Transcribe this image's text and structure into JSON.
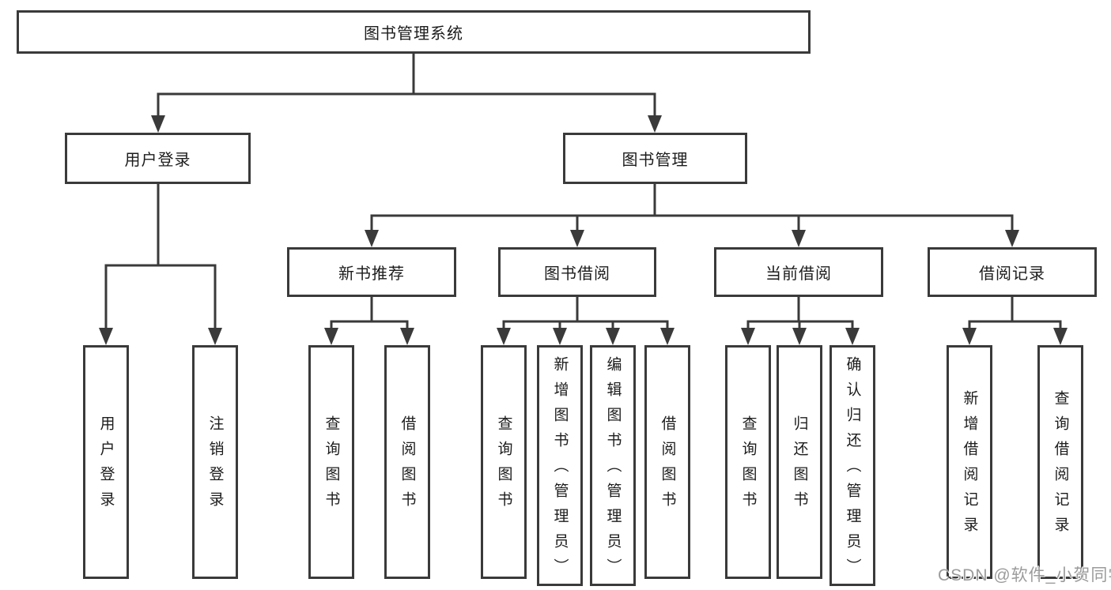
{
  "diagram": {
    "title": "图书管理系统",
    "watermark": "CSDN @软件_小贺同学",
    "colors": {
      "line": "#3a3a3a",
      "text": "#1c1c1c",
      "background": "#ffffff",
      "watermark": "#9b9b9b"
    },
    "tree": {
      "root": {
        "label": "图书管理系统"
      },
      "branches": [
        {
          "label": "用户登录",
          "children": [
            {
              "label": "用户登录"
            },
            {
              "label": "注销登录"
            }
          ]
        },
        {
          "label": "图书管理",
          "groups": [
            {
              "label": "新书推荐",
              "children": [
                {
                  "label": "查询图书"
                },
                {
                  "label": "借阅图书"
                }
              ]
            },
            {
              "label": "图书借阅",
              "children": [
                {
                  "label": "查询图书"
                },
                {
                  "label": "新增图书（管理员）"
                },
                {
                  "label": "编辑图书（管理员）"
                },
                {
                  "label": "借阅图书"
                }
              ]
            },
            {
              "label": "当前借阅",
              "children": [
                {
                  "label": "查询图书"
                },
                {
                  "label": "归还图书"
                },
                {
                  "label": "确认归还（管理员）"
                }
              ]
            },
            {
              "label": "借阅记录",
              "children": [
                {
                  "label": "新增借阅记录"
                },
                {
                  "label": "查询借阅记录"
                }
              ]
            }
          ]
        }
      ]
    }
  }
}
